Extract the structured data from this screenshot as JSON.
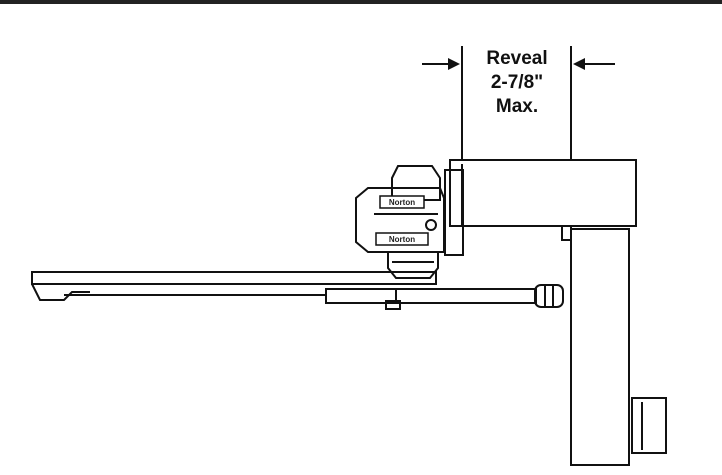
{
  "reveal": {
    "line1": "Reveal",
    "line2": "2-7/8\"",
    "line3": "Max."
  },
  "closer": {
    "brand_label_top": "Norton",
    "brand_label_bottom": "Norton"
  },
  "colors": {
    "ink": "#111111",
    "background": "#ffffff",
    "top_rule": "#222222"
  }
}
